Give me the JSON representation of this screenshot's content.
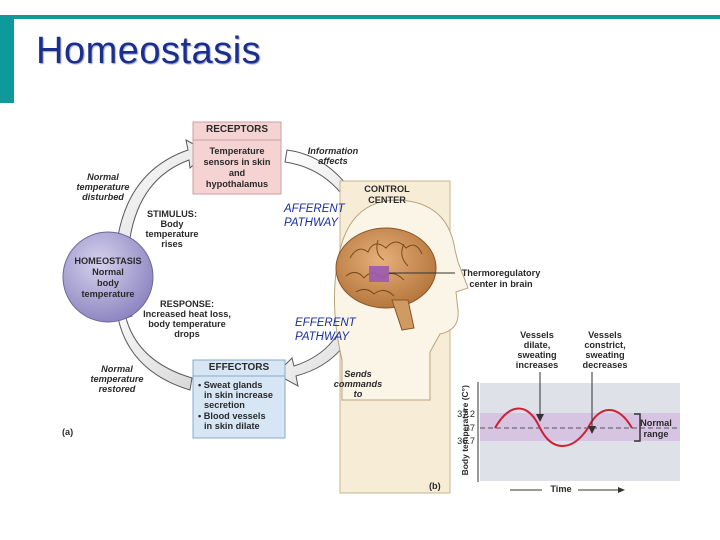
{
  "slide": {
    "title": "Homeostasis"
  },
  "panel_a": {
    "label": "(a)",
    "receptors": {
      "title": "RECEPTORS",
      "line1": "Temperature",
      "line2": "sensors in skin",
      "line3": "and",
      "line4": "hypothalamus"
    },
    "information_affects": {
      "line1": "Information",
      "line2": "affects"
    },
    "control_center": {
      "line1": "CONTROL",
      "line2": "CENTER"
    },
    "afferent": {
      "line1": "AFFERENT",
      "line2": "PATHWAY"
    },
    "efferent": {
      "line1": "EFFERENT",
      "line2": "PATHWAY"
    },
    "thermoregulatory": {
      "line1": "Thermoregulatory",
      "line2": "center in brain"
    },
    "homeostasis": {
      "line1": "HOMEOSTASIS",
      "line2": "Normal",
      "line3": "body",
      "line4": "temperature"
    },
    "normal_disturbed": {
      "line1": "Normal",
      "line2": "temperature",
      "line3": "disturbed"
    },
    "stimulus": {
      "line1": "STIMULUS:",
      "line2": "Body",
      "line3": "temperature",
      "line4": "rises"
    },
    "response": {
      "line1": "RESPONSE:",
      "line2": "Increased heat loss,",
      "line3": "body temperature",
      "line4": "drops"
    },
    "normal_restored": {
      "line1": "Normal",
      "line2": "temperature",
      "line3": "restored"
    },
    "effectors": {
      "title": "EFFECTORS",
      "line1": "• Sweat glands",
      "line2": "in skin increase",
      "line3": "secretion",
      "line4": "• Blood vessels",
      "line5": "in skin dilate"
    },
    "sends_commands": {
      "line1": "Sends",
      "line2": "commands",
      "line3": "to"
    }
  },
  "panel_b": {
    "label": "(b)",
    "dilate": {
      "line1": "Vessels",
      "line2": "dilate,",
      "line3": "sweating",
      "line4": "increases"
    },
    "constrict": {
      "line1": "Vessels",
      "line2": "constrict,",
      "line3": "sweating",
      "line4": "decreases"
    },
    "ylabel": "Body temperature (C°)",
    "xlabel": "Time",
    "ticks": [
      "37.2",
      "37",
      "36.7"
    ],
    "normal_range": {
      "line1": "Normal",
      "line2": "range"
    }
  },
  "colors": {
    "teal": "#0e9a9a",
    "title_blue": "#1a2e8c",
    "homeostasis_circle": "#9a93c9",
    "receptors_box": "#f6d3d3",
    "effectors_box": "#d6e6f5",
    "wave": "#cc2233"
  }
}
